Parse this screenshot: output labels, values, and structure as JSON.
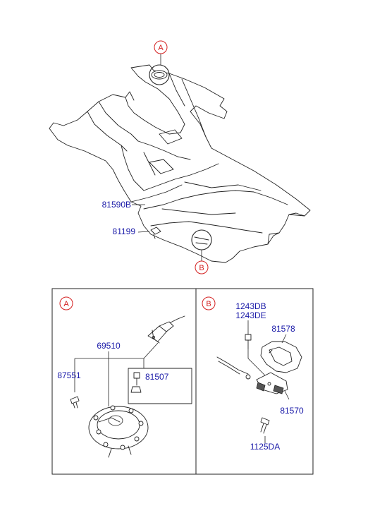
{
  "colors": {
    "part_label": "#1a1aa8",
    "callout": "#d42020",
    "line": "#222222"
  },
  "callouts": {
    "a": "A",
    "b": "B"
  },
  "parts": {
    "floor_covering": "81590B",
    "clip": "81199",
    "opener_cable": "69510",
    "screw_a": "87551",
    "bracket_a": "81507",
    "bolt_db": "1243DB",
    "bolt_de": "1243DE",
    "handle_cover": "81578",
    "lever_assembly": "81570",
    "bolt_da": "1125DA"
  }
}
